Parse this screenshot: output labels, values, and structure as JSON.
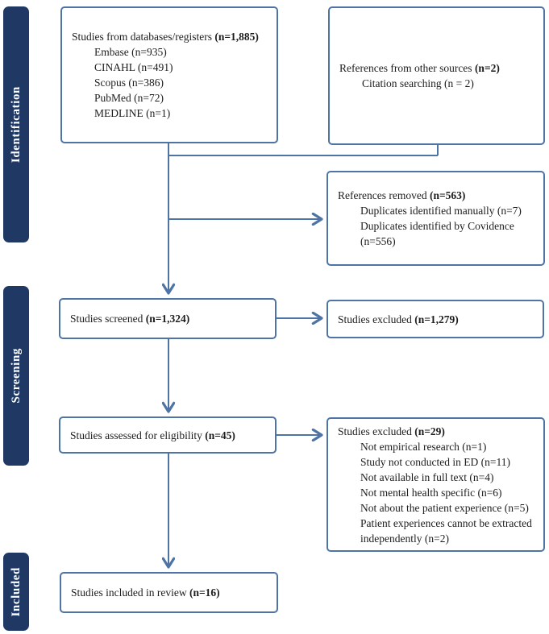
{
  "figure": {
    "type": "prisma-flow-diagram"
  },
  "colors": {
    "stage_bar": "#203864",
    "box_border": "#4e74a6",
    "arrow": "#4e74a6",
    "text": "#1c1c1c",
    "stage_text": "#ffffff"
  },
  "stages": [
    {
      "label": "Identification"
    },
    {
      "label": "Screening"
    },
    {
      "label": "Included"
    }
  ],
  "boxes": {
    "databases": {
      "label": "Studies from databases/registers ",
      "count": "(n=1,885)",
      "items": [
        "Embase (n=935)",
        "CINAHL (n=491)",
        "Scopus (n=386)",
        "PubMed (n=72)",
        "MEDLINE (n=1)"
      ]
    },
    "other_sources": {
      "label": "References from other sources ",
      "count": "(n=2)",
      "items": [
        "Citation searching (n = 2)"
      ]
    },
    "removed": {
      "label": "References removed ",
      "count": "(n=563)",
      "items": [
        "Duplicates identified manually (n=7)",
        "Duplicates identified by Covidence (n=556)"
      ]
    },
    "screened": {
      "label": "Studies screened ",
      "count": "(n=1,324)"
    },
    "excluded_screening": {
      "label": "Studies excluded ",
      "count": "(n=1,279)"
    },
    "assessed": {
      "label": "Studies assessed for eligibility ",
      "count": "(n=45)"
    },
    "excluded_eligibility": {
      "label": "Studies excluded ",
      "count": "(n=29)",
      "items": [
        "Not empirical research (n=1)",
        "Study not conducted in ED (n=11)",
        "Not available in full text (n=4)",
        "Not mental health specific (n=6)",
        "Not about the patient experience (n=5)",
        "Patient experiences cannot be extracted independently (n=2)"
      ]
    },
    "included": {
      "label": "Studies included in review ",
      "count": "(n=16)"
    }
  }
}
